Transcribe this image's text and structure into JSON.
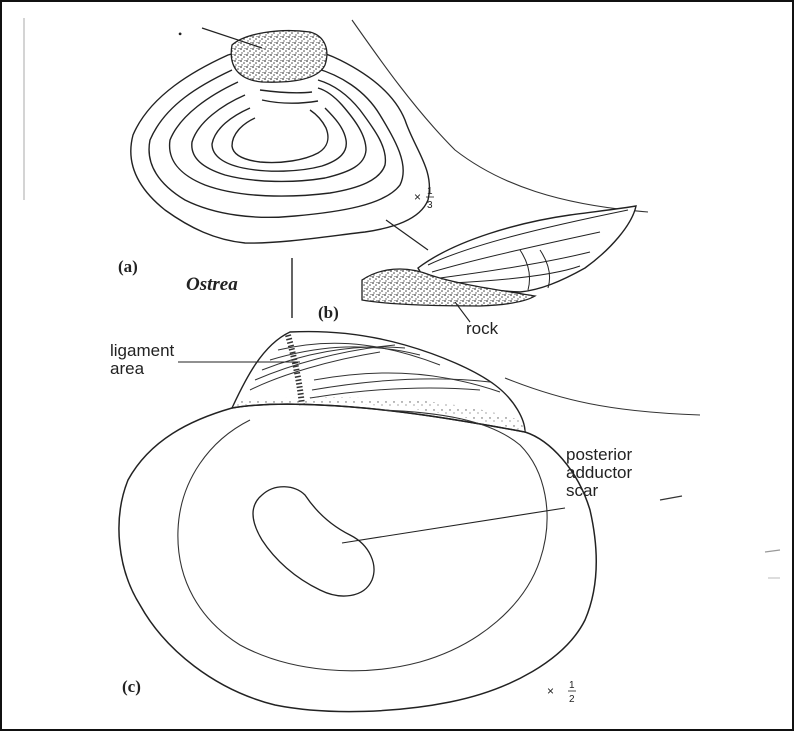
{
  "figure": {
    "panel_a": "(a)",
    "panel_b": "(b)",
    "panel_c": "(c)",
    "genus": "Ostrea",
    "scale_a": "×",
    "scale_a_frac": [
      "1",
      "3"
    ],
    "scale_c": "×",
    "scale_c_frac": [
      "1",
      "2"
    ],
    "label_rock": "rock",
    "label_ligament": [
      "ligament",
      "area"
    ],
    "label_scar": [
      "posterior",
      "adductor",
      "scar"
    ]
  },
  "colors": {
    "ink": "#222222",
    "stipple": "#555555"
  }
}
